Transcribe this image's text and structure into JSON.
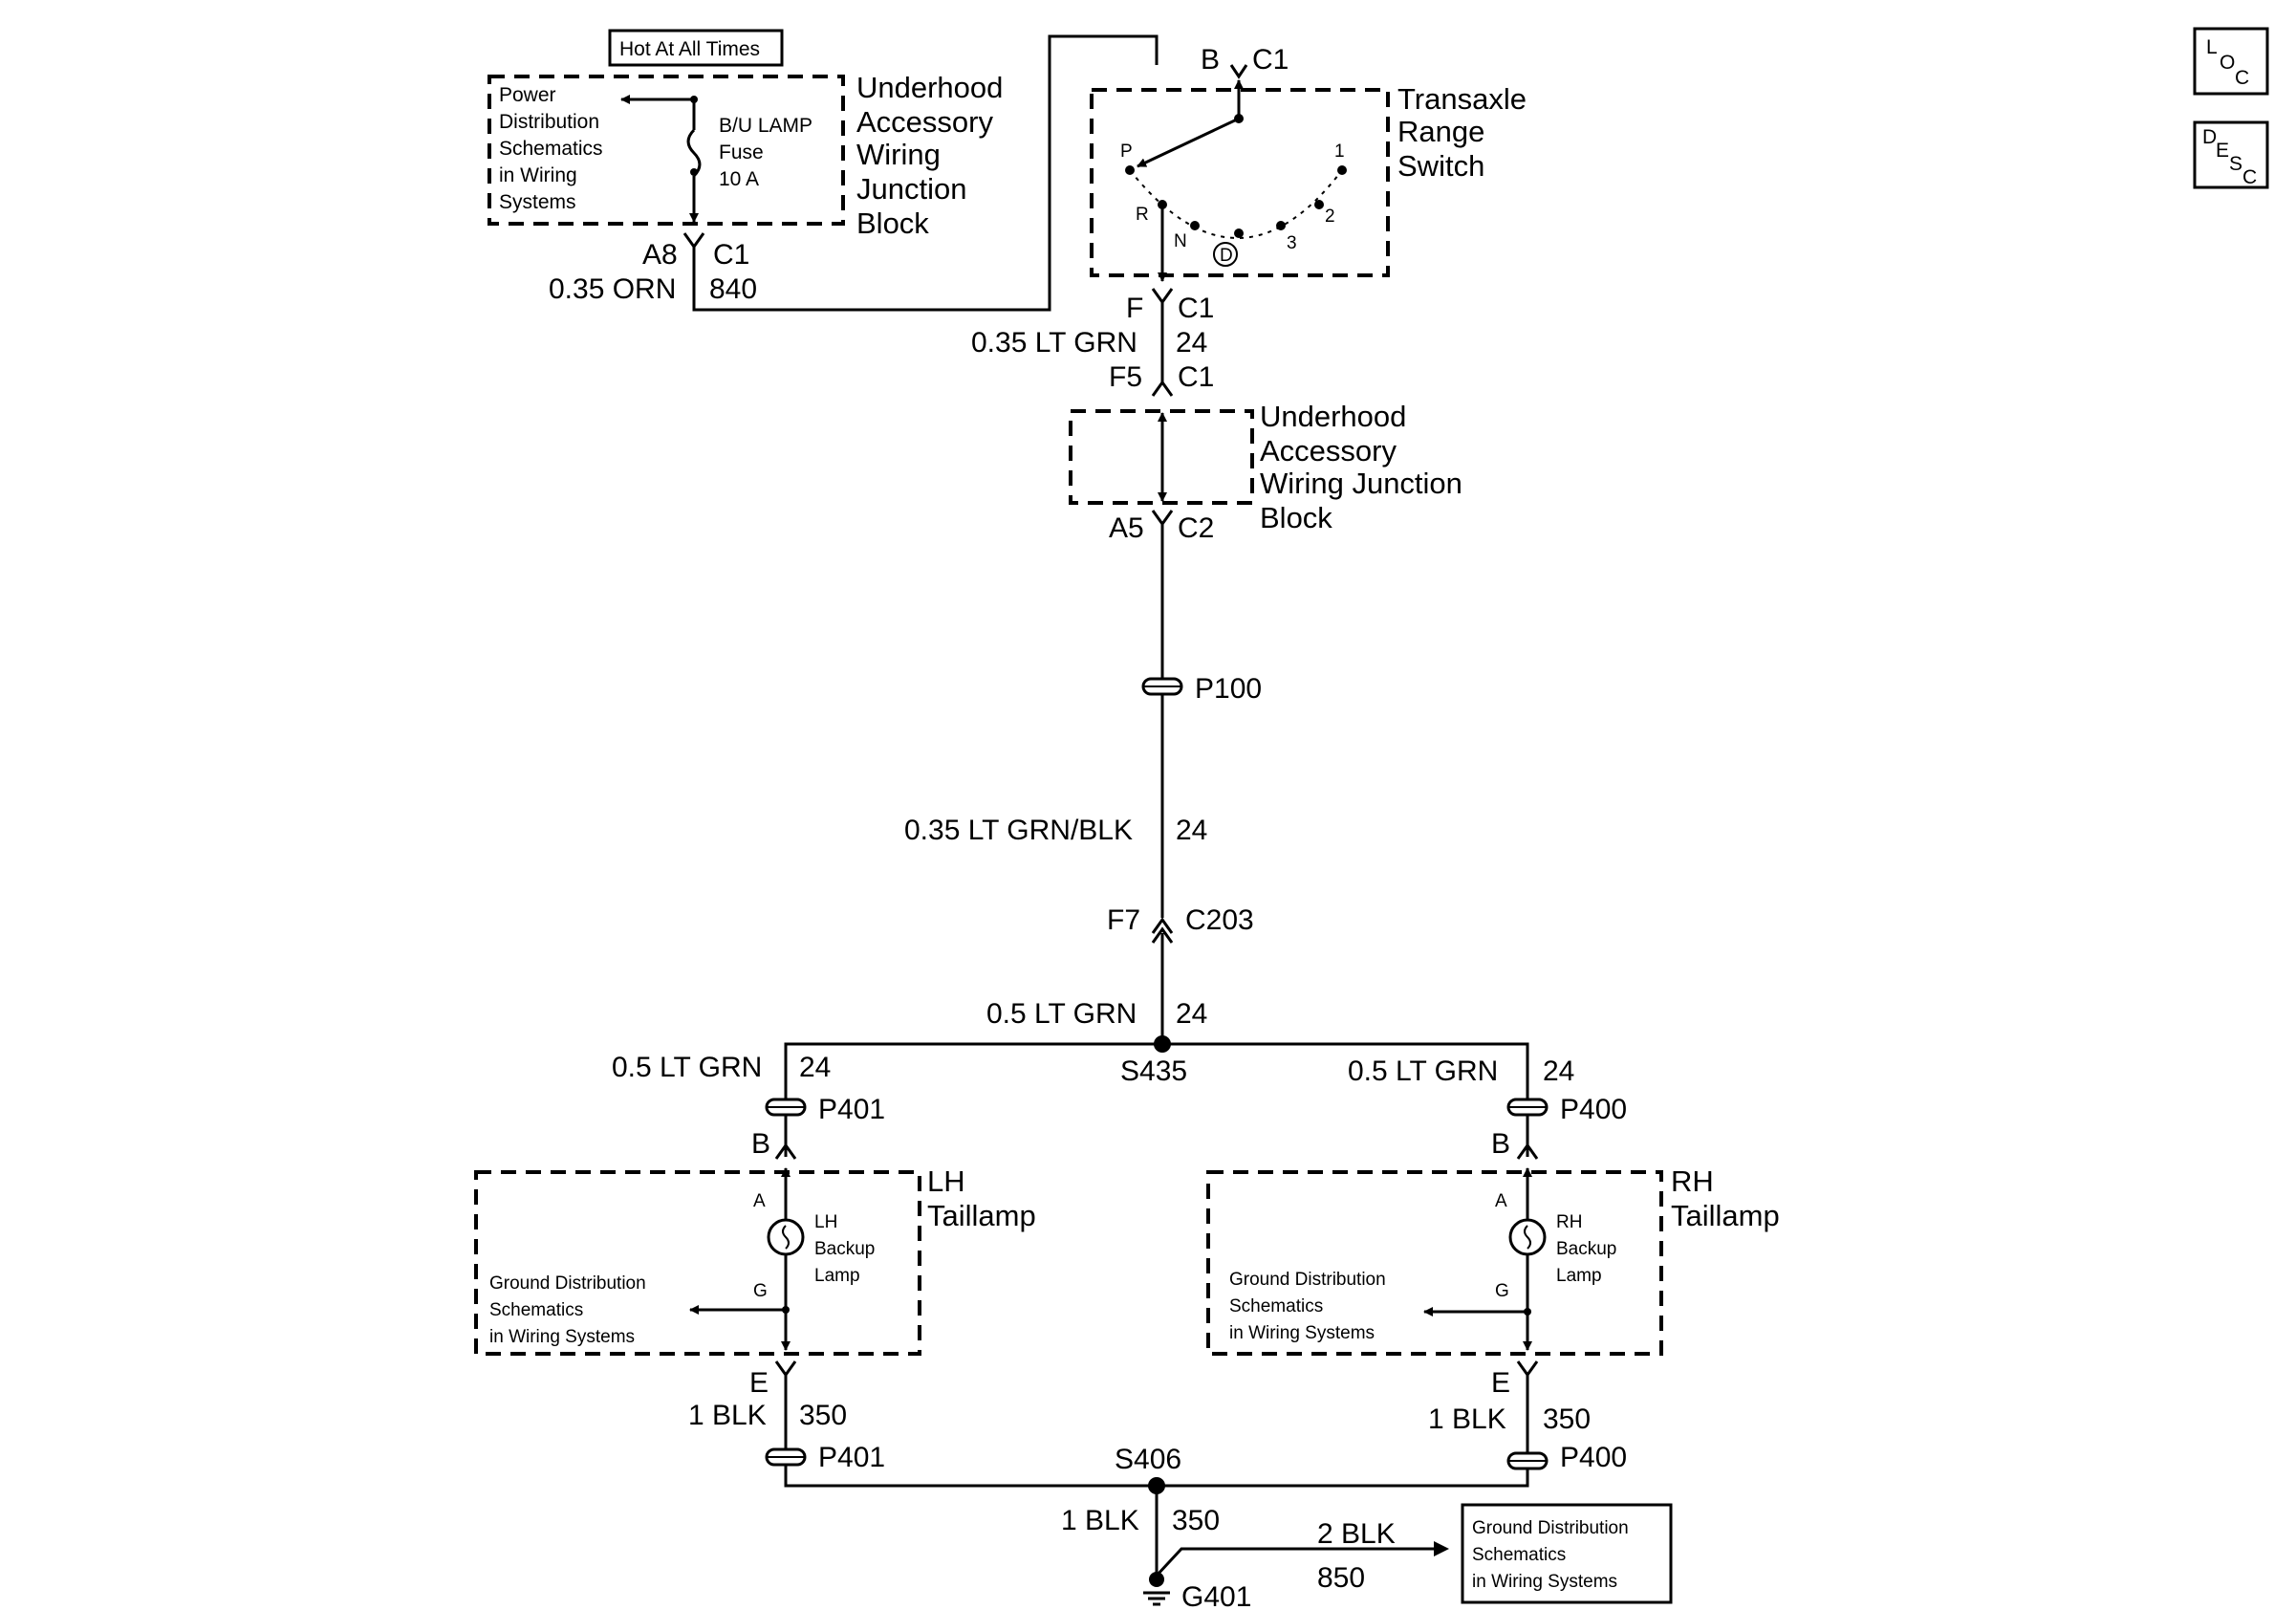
{
  "corner_icons": {
    "loc": "LOC",
    "desc": "DESC"
  },
  "hot_label": "Hot At All Times",
  "fuse_block": {
    "power_ref": [
      "Power",
      "Distribution",
      "Schematics",
      "in Wiring",
      "Systems"
    ],
    "fuse": [
      "B/U LAMP",
      "Fuse",
      "10 A"
    ],
    "title": [
      "Underhood",
      "Accessory",
      "Wiring",
      "Junction",
      "Block"
    ],
    "pin": "A8",
    "conn": "C1",
    "wire": "0.35 ORN",
    "circuit": "840"
  },
  "trans_switch": {
    "title": [
      "Transaxle",
      "Range",
      "Switch"
    ],
    "in_pin": "B",
    "in_conn": "C1",
    "positions": [
      "P",
      "R",
      "N",
      "D",
      "3",
      "2",
      "1"
    ],
    "out_pin": "F",
    "out_conn": "C1"
  },
  "wire_lt_grn": {
    "label": "0.35 LT GRN",
    "circuit": "24"
  },
  "junction_block": {
    "in_pin": "F5",
    "in_conn": "C1",
    "title": [
      "Underhood",
      "Accessory",
      "Wiring Junction",
      "Block"
    ],
    "out_pin": "A5",
    "out_conn": "C2"
  },
  "p100": "P100",
  "wire_lt_grn_blk": {
    "label": "0.35 LT GRN/BLK",
    "circuit": "24"
  },
  "c203": {
    "pin": "F7",
    "conn": "C203"
  },
  "wire_05_center": {
    "label": "0.5 LT GRN",
    "circuit": "24"
  },
  "splice_s435": "S435",
  "left_branch": {
    "wire": "0.5 LT GRN",
    "circuit": "24",
    "connector_top": "P401",
    "pin_top": "B",
    "lamp_title": [
      "LH",
      "Taillamp"
    ],
    "pin_a": "A",
    "lamp_label": [
      "LH",
      "Backup",
      "Lamp"
    ],
    "pin_g": "G",
    "ground_ref": [
      "Ground Distribution",
      "Schematics",
      "in Wiring Systems"
    ],
    "pin_e": "E",
    "gnd_wire": "1 BLK",
    "gnd_circuit": "350",
    "connector_bottom": "P401"
  },
  "right_branch": {
    "wire": "0.5 LT GRN",
    "circuit": "24",
    "connector_top": "P400",
    "pin_top": "B",
    "lamp_title": [
      "RH",
      "Taillamp"
    ],
    "pin_a": "A",
    "lamp_label": [
      "RH",
      "Backup",
      "Lamp"
    ],
    "pin_g": "G",
    "ground_ref": [
      "Ground Distribution",
      "Schematics",
      "in Wiring Systems"
    ],
    "pin_e": "E",
    "gnd_wire": "1 BLK",
    "gnd_circuit": "350",
    "connector_bottom": "P400"
  },
  "splice_s406": "S406",
  "ground_wire": {
    "label": "1 BLK",
    "circuit": "350"
  },
  "ground_g401": "G401",
  "ground_ref_box": {
    "wire": "2 BLK",
    "circuit": "850",
    "lines": [
      "Ground Distribution",
      "Schematics",
      "in Wiring Systems"
    ]
  }
}
